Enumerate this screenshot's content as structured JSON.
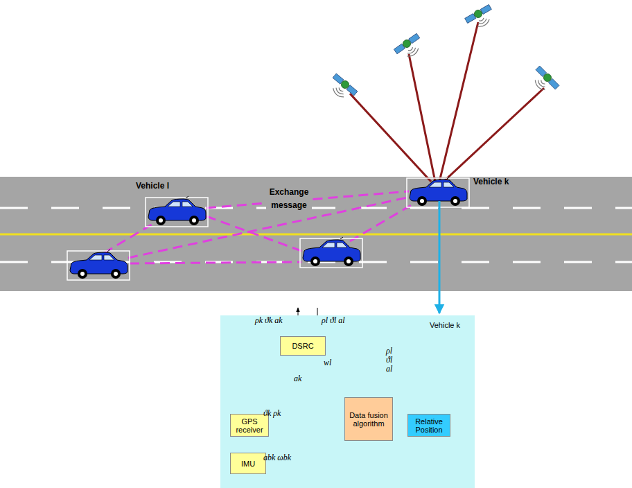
{
  "diagram": {
    "nodes": [
      {
        "text": [
          "Vehicle k"
        ]
      },
      {
        "text": [
          "DSRC"
        ],
        "in": 0
      },
      {
        "text": [
          "GPS receiver"
        ],
        "in": 0
      },
      {
        "text": [
          "IMU"
        ],
        "in": 0
      },
      {
        "text": [
          "Data fusion algorithm"
        ],
        "in": 0
      },
      {
        "text": [
          "Relative Position"
        ],
        "in": 0
      }
    ],
    "edges": [
      {
        "from": 1,
        "to": 4,
        "arrow": "to",
        "label": "wl"
      },
      {
        "from": 4,
        "to": 1,
        "arrow": "to",
        "label": "ak"
      },
      {
        "from": 1,
        "to": 4,
        "arrow": "to",
        "label": "ρl ϑl al"
      },
      {
        "from": 2,
        "to": 1,
        "arrow": "to"
      },
      {
        "from": 2,
        "to": 4,
        "arrow": "to",
        "label": "ϑk ρk"
      },
      {
        "from": 3,
        "to": 4,
        "arrow": "to",
        "label": "abk ωbk"
      },
      {
        "from": 4,
        "to": 5,
        "arrow": "to"
      }
    ],
    "labels": [
      "Vehicle l",
      "Exchange message",
      "Vehicle k",
      "ρk ϑk ak",
      "ρl ϑl al"
    ]
  }
}
